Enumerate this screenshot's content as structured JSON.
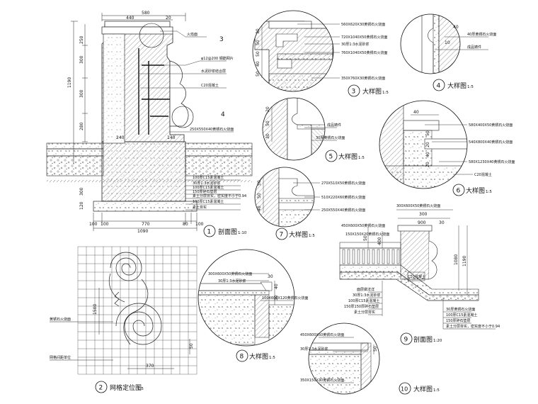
{
  "views": {
    "v1": {
      "number": "1",
      "title": "剖面图",
      "scale": "1:10"
    },
    "v2": {
      "number": "2",
      "title": "网格定位图",
      "scale": "1:5"
    },
    "v3": {
      "number": "3",
      "title": "大样图",
      "scale": "1:5"
    },
    "v4": {
      "number": "4",
      "title": "大样图",
      "scale": "1:5"
    },
    "v5": {
      "number": "5",
      "title": "大样图",
      "scale": "1:5"
    },
    "v6": {
      "number": "6",
      "title": "大样图",
      "scale": "1:5"
    },
    "v7": {
      "number": "7",
      "title": "大样图",
      "scale": "1:5"
    },
    "v8": {
      "number": "8",
      "title": "大样图",
      "scale": "1:5"
    },
    "v9": {
      "number": "9",
      "title": "剖面图",
      "scale": "1:20"
    },
    "v10": {
      "number": "10",
      "title": "大样图",
      "scale": "1:5"
    }
  },
  "section1": {
    "dims_top": [
      "580",
      "440",
      "20"
    ],
    "dims_left": [
      "1190",
      "300",
      "300",
      "280",
      "250"
    ],
    "dims_bottom_small": [
      "240",
      "140"
    ],
    "dims_bottom": [
      "100",
      "100",
      "770",
      "80",
      "100"
    ],
    "dim_total": "1090",
    "dims_footing": [
      "300",
      "120"
    ],
    "callout_a": "3",
    "callout_b": "4",
    "notes": [
      "火焰面",
      "φ12@200 钢筋网片",
      "水泥砂浆结合层",
      "C20混凝土",
      "250X550X40黄锈石火烧面",
      "100厚C15素混凝土",
      "30厚1:3水泥砂浆",
      "100厚C15素混凝土",
      "150厚碎石垫层",
      "素土分层夯实，密实度不小于0.94",
      "100厚C15素混凝土",
      "素土夯实"
    ]
  },
  "detail3": {
    "notes": [
      "560X620X30黄锈石火烧面",
      "720X1040X50黄锈石火烧面",
      "30厚1:3水泥砂浆",
      "760X1040X50黄锈石火烧面",
      "350X760X30黄锈石火烧面"
    ],
    "dims": [
      "30",
      "50",
      "50",
      "40",
      "50"
    ]
  },
  "detail4": {
    "notes": [
      "40厚黄锈石火烧面",
      "成品铸件"
    ],
    "dims": [
      "10",
      "40"
    ]
  },
  "detail5": {
    "notes": [
      "成品铸件",
      "30厚黄锈石火烧面"
    ],
    "dims": [
      "20",
      "50",
      "30"
    ]
  },
  "detail6": {
    "notes": [
      "580X400X50黄锈石火烧面",
      "540X800X40黄锈石火烧面",
      "580X1230X40黄锈石火烧面",
      "C20混凝土"
    ],
    "dims": [
      "40",
      "50",
      "20",
      "40",
      "20"
    ]
  },
  "detail7": {
    "notes": [
      "270X510X50黄锈石火烧面",
      "510X220X60黄锈石火烧面",
      "250X550X40黄锈石火烧面"
    ],
    "dims": [
      "50",
      "50",
      "40"
    ]
  },
  "grid2": {
    "dims": [
      "1500",
      "50",
      "370"
    ],
    "notes": [
      "黄锈石火烧面",
      "网格间距单位"
    ]
  },
  "detail8": {
    "notes": [
      "300X600X50黄锈石火烧面",
      "30厚1:3水泥砂浆",
      "100X600X120黄锈石火烧面"
    ],
    "dims": [
      "30",
      "40",
      "30"
    ]
  },
  "section9": {
    "dims_top": [
      "300X600X50黄锈石火烧面",
      "300",
      "900",
      "30"
    ],
    "dims_side": [
      "1080",
      "1190",
      "50",
      "400"
    ],
    "notes_top": [
      "450X600X50黄锈石火烧面",
      "150X150X20黄锈石火烧面"
    ],
    "label_c20": "C20混凝土",
    "notes_bottom_left": [
      "面层做法详",
      "30厚1:3水泥砂浆",
      "100厚C15素混凝土",
      "150厚150厚碎石垫层",
      "素土分层夯实"
    ],
    "notes_bottom_right": [
      "30厚黄锈石火烧面",
      "100厚C15素混凝土",
      "150厚碎石垫层",
      "素土分层夯实，密实度不小于0.94"
    ]
  },
  "detail10": {
    "notes": [
      "450X600X50黄锈石火烧面",
      "30厚1:3水泥砂浆",
      "350X150X30黄锈石火烧面"
    ],
    "dims": [
      "50"
    ]
  }
}
